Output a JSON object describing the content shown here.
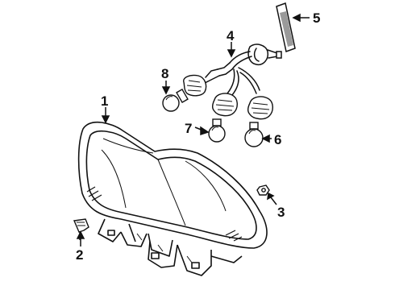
{
  "parts": [
    {
      "id": "p1",
      "callout": "1",
      "name": "headlamp-housing"
    },
    {
      "id": "p2",
      "callout": "2",
      "name": "clip"
    },
    {
      "id": "p3",
      "callout": "3",
      "name": "nut"
    },
    {
      "id": "p4",
      "callout": "4",
      "name": "wiring-harness"
    },
    {
      "id": "p5",
      "callout": "5",
      "name": "gasket"
    },
    {
      "id": "p6",
      "callout": "6",
      "name": "bulb"
    },
    {
      "id": "p7",
      "callout": "7",
      "name": "bulb"
    },
    {
      "id": "p8",
      "callout": "8",
      "name": "bulb"
    }
  ],
  "colors": {
    "ink": "#111111",
    "paper": "#ffffff",
    "shade": "#9a9a9a"
  }
}
